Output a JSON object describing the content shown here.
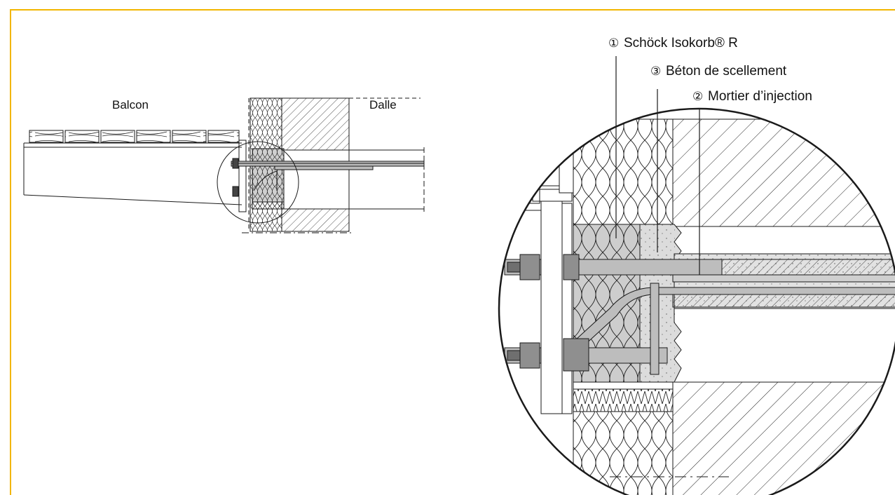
{
  "labels": {
    "balcon": "Balcon",
    "dalle": "Dalle"
  },
  "callouts": [
    {
      "number": "①",
      "text": "Schöck Isokorb® R"
    },
    {
      "number": "③",
      "text": "Béton de scellement"
    },
    {
      "number": "②",
      "text": "Mortier d’injection"
    }
  ],
  "colors": {
    "frame_accent": "#f2b600",
    "line": "#1a1a1a",
    "concrete_fill": "#d9d9d9",
    "insulation_block_fill": "#c8c8c8"
  }
}
